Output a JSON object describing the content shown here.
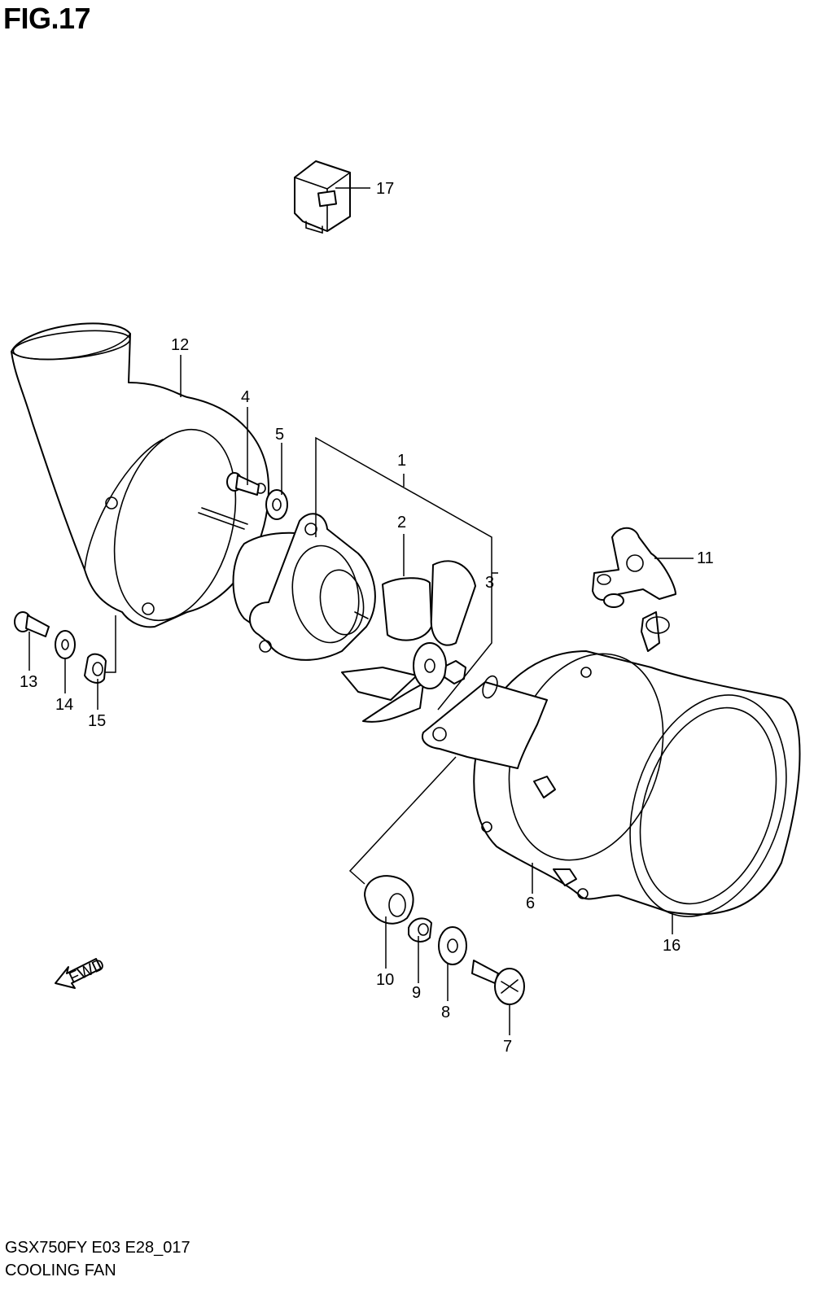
{
  "figure": {
    "title": "FIG.17",
    "model_code": "GSX750FY E03 E28_017",
    "name": "COOLING FAN"
  },
  "callouts": [
    "1",
    "2",
    "3",
    "4",
    "5",
    "6",
    "7",
    "8",
    "9",
    "10",
    "11",
    "12",
    "13",
    "14",
    "15",
    "16",
    "17"
  ],
  "fwd_label": "FWD",
  "icons": [
    "relay-icon",
    "fan-shroud-duct-icon",
    "fan-motor-icon",
    "fan-blade-icon",
    "fan-housing-icon",
    "bracket-icon",
    "bolt-icon",
    "washer-icon",
    "collar-icon",
    "cushion-icon",
    "fwd-arrow-icon"
  ]
}
